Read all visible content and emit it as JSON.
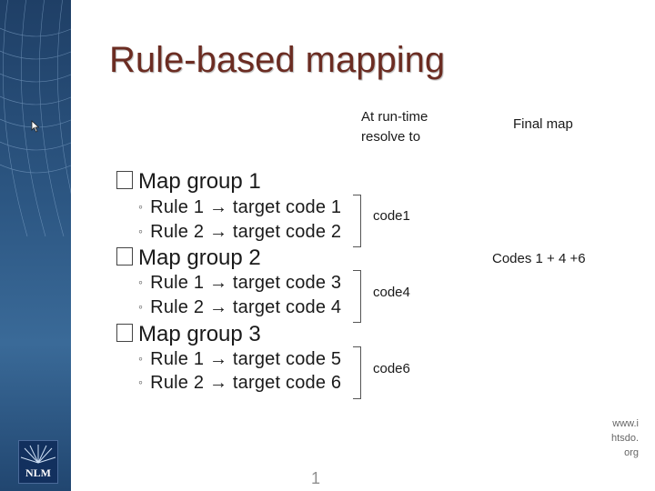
{
  "slide": {
    "title": "Rule-based mapping",
    "page_number": "1",
    "url_text": "www.ihtsdo.org",
    "logo_text": "NLM"
  },
  "headers": {
    "resolve": "At run-time resolve to",
    "final": "Final map"
  },
  "groups": [
    {
      "label": "Map group 1",
      "rules": [
        "Rule 1 → target code 1",
        "Rule 2 → target code 2"
      ],
      "resolved": "code1"
    },
    {
      "label": "Map group 2",
      "rules": [
        "Rule 1 → target code 3",
        "Rule 2 → target code 4"
      ],
      "resolved": "code4"
    },
    {
      "label": "Map group 3",
      "rules": [
        "Rule 1 → target code 5",
        "Rule 2 → target code 6"
      ],
      "resolved": "code6"
    }
  ],
  "final_map": "Codes 1 + 4 +6",
  "bullet_icons": {
    "group": "checkbox-square-icon",
    "rule": "circle-bullet-icon"
  },
  "colors": {
    "title": "#6b2c22",
    "sidebar": "#2c5682",
    "page_number": "#8f8f8f"
  }
}
